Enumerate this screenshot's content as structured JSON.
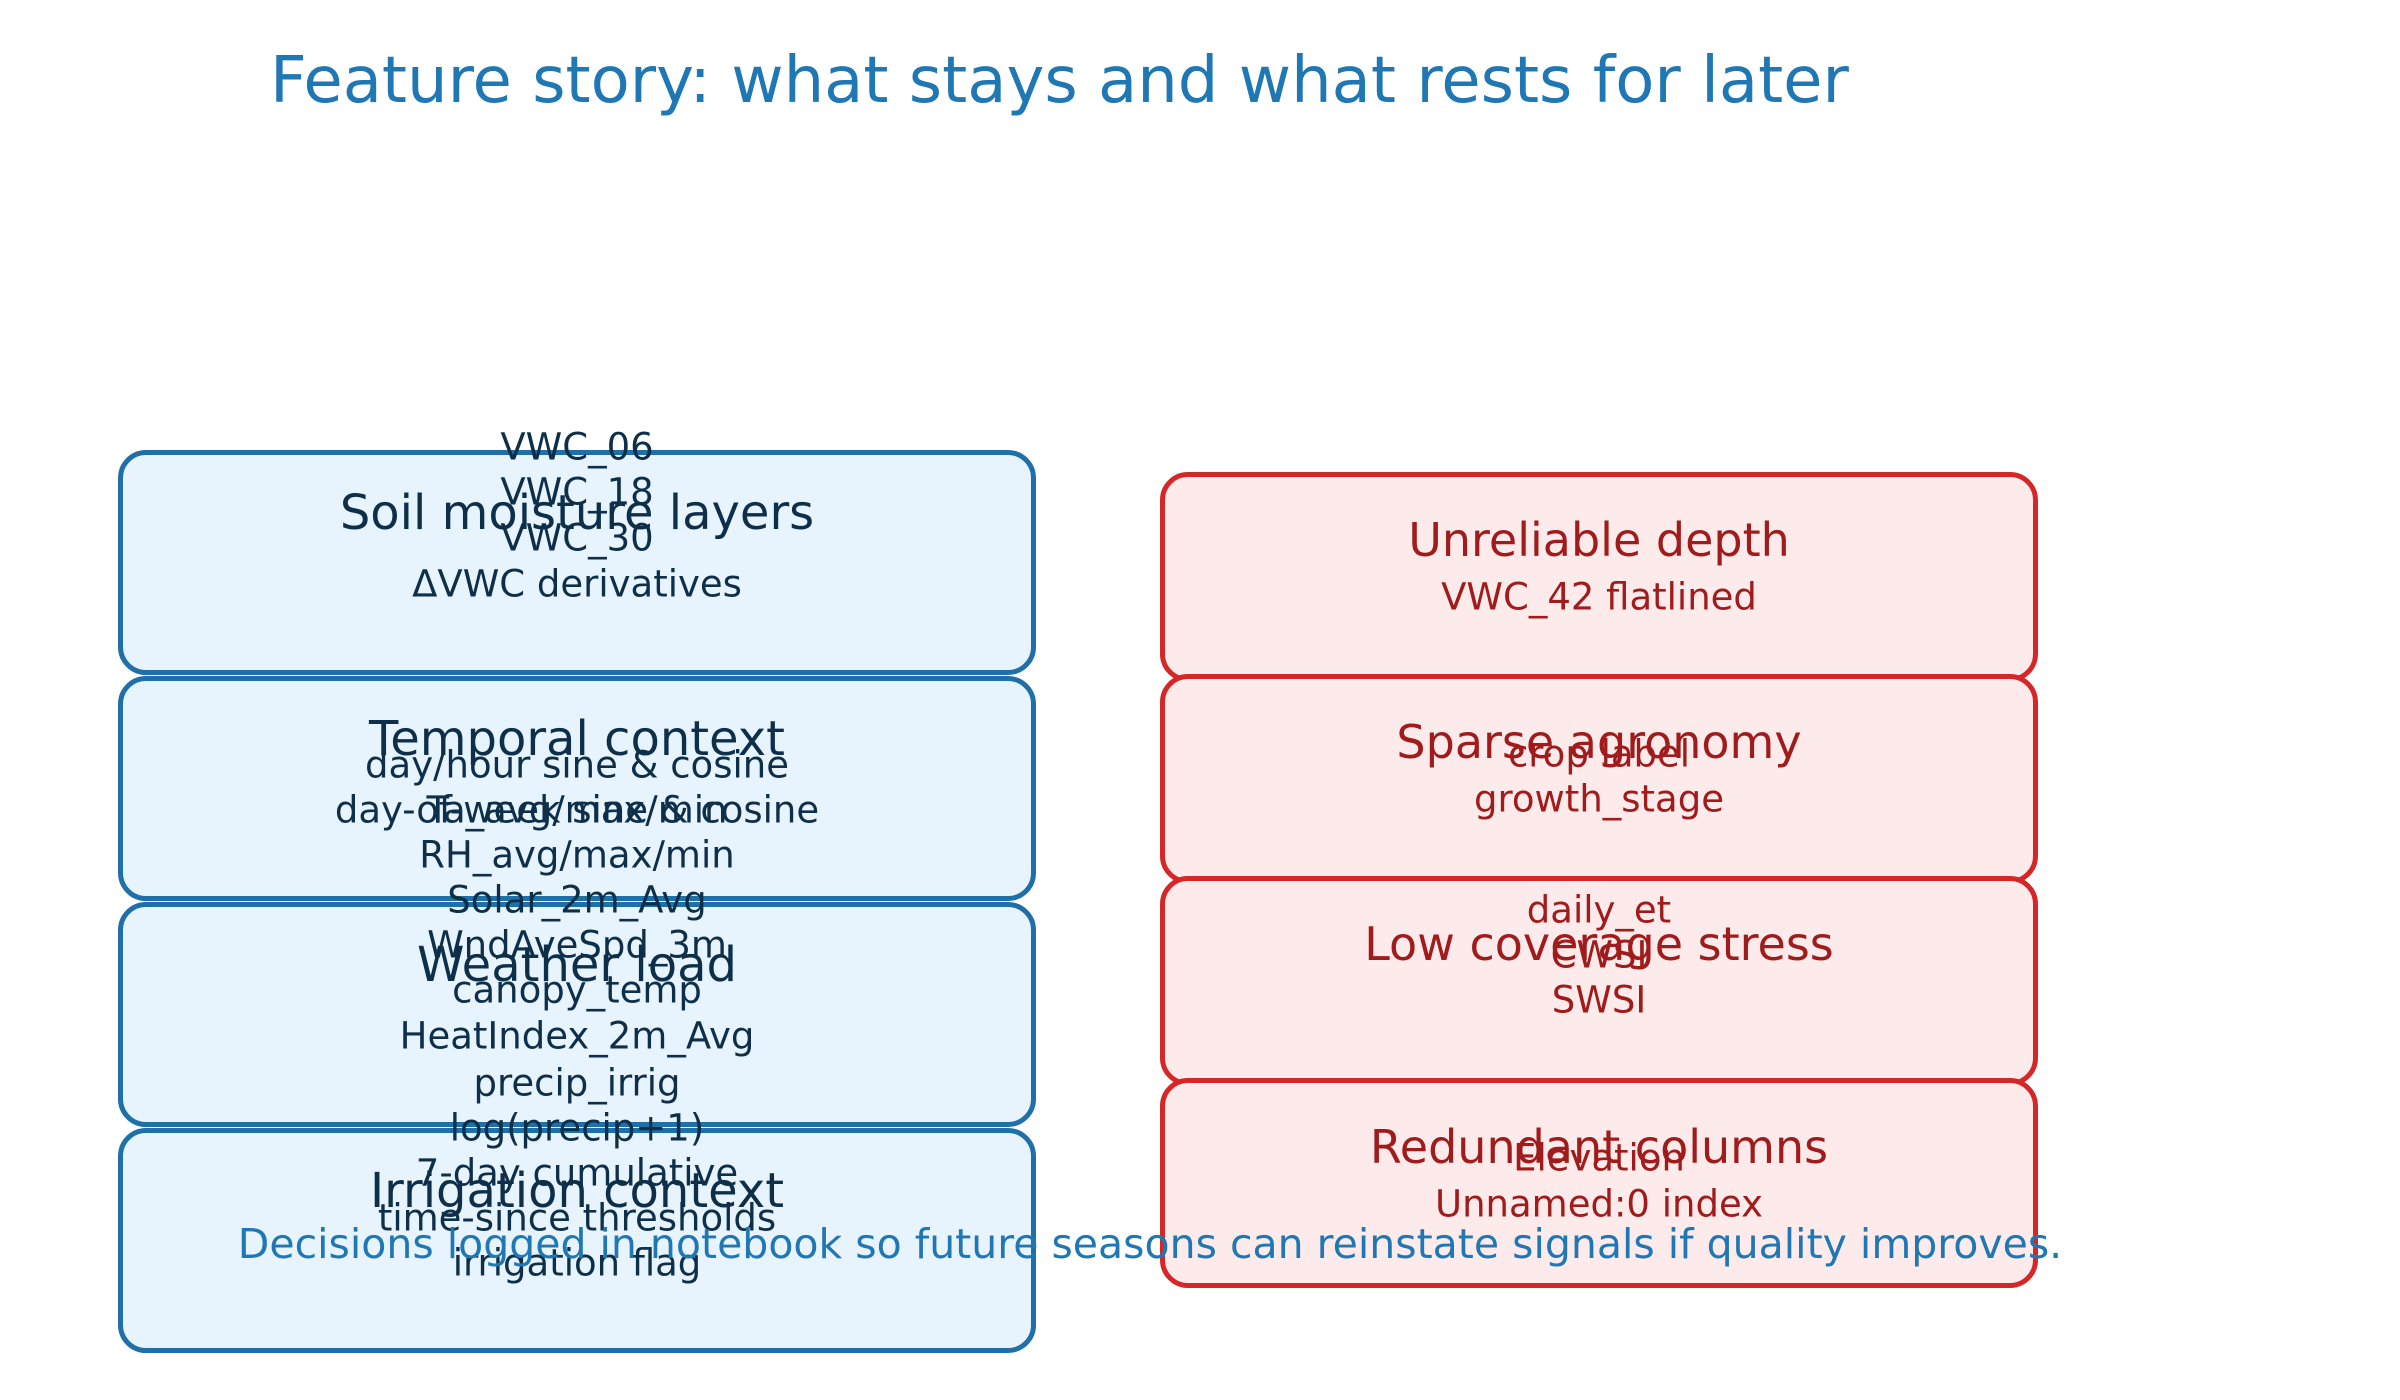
{
  "title": "Feature story: what stays and what rests for later",
  "kept_groups": [
    {
      "title": "Soil moisture layers",
      "items": [
        "VWC_06",
        "VWC_18",
        "VWC_30",
        "ΔVWC derivatives"
      ]
    },
    {
      "title": "Temporal context",
      "items": [
        "day/hour sine & cosine",
        "day-of-week sine & cosine"
      ]
    },
    {
      "title": "Weather load",
      "items": [
        "Ta_avg/max/min",
        "RH_avg/max/min",
        "Solar_2m_Avg",
        "WndAveSpd_3m",
        "canopy_temp",
        "HeatIndex_2m_Avg"
      ]
    },
    {
      "title": "Irrigation context",
      "items": [
        "precip_irrig",
        "log(precip+1)",
        "7-day cumulative",
        "time-since thresholds",
        "irrigation flag"
      ]
    }
  ],
  "rested_groups": [
    {
      "title": "Unreliable depth",
      "items": [
        "VWC_42 flatlined"
      ]
    },
    {
      "title": "Sparse agronomy",
      "items": [
        "crop label",
        "growth_stage"
      ]
    },
    {
      "title": "Low coverage stress",
      "items": [
        "daily_et",
        "CWSI",
        "SWSI"
      ]
    },
    {
      "title": "Redundant columns",
      "items": [
        "Elevation",
        "Unnamed:0 index"
      ]
    }
  ],
  "footnote": "Decisions logged in notebook so future seasons can reinstate signals if quality improves.",
  "colors": {
    "title": "#1f77b4",
    "keep_border": "#1f6fa8",
    "keep_fill": "#e8f4fd",
    "keep_text": "#0d2f4a",
    "rest_border": "#d62728",
    "rest_fill": "#fdeaea",
    "rest_text": "#a01c1c"
  }
}
